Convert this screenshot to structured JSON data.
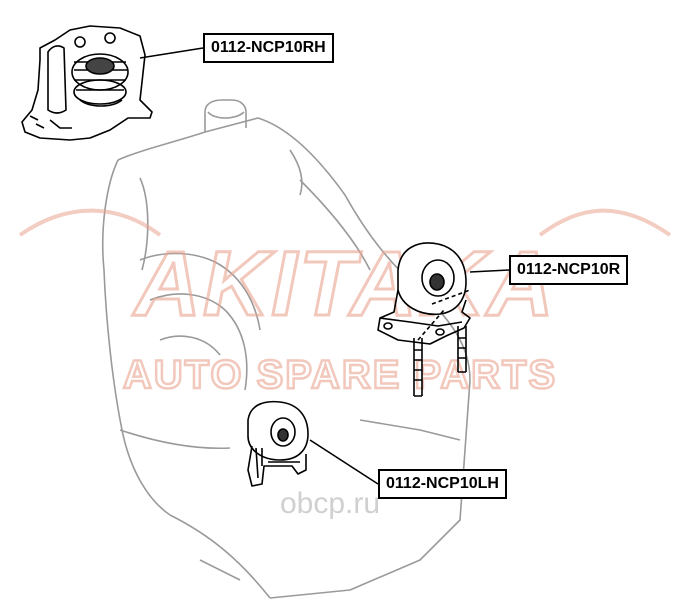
{
  "watermark": {
    "brand": "AKITAKA",
    "tagline": "AUTO SPARE PARTS",
    "site": "оbсp.ru"
  },
  "labels": {
    "rh": "0112-NCP10RH",
    "r": "0112-NCP10R",
    "lh": "0112-NCP10LH"
  },
  "colors": {
    "watermark": "#f0c4b8",
    "line": "#000000"
  }
}
